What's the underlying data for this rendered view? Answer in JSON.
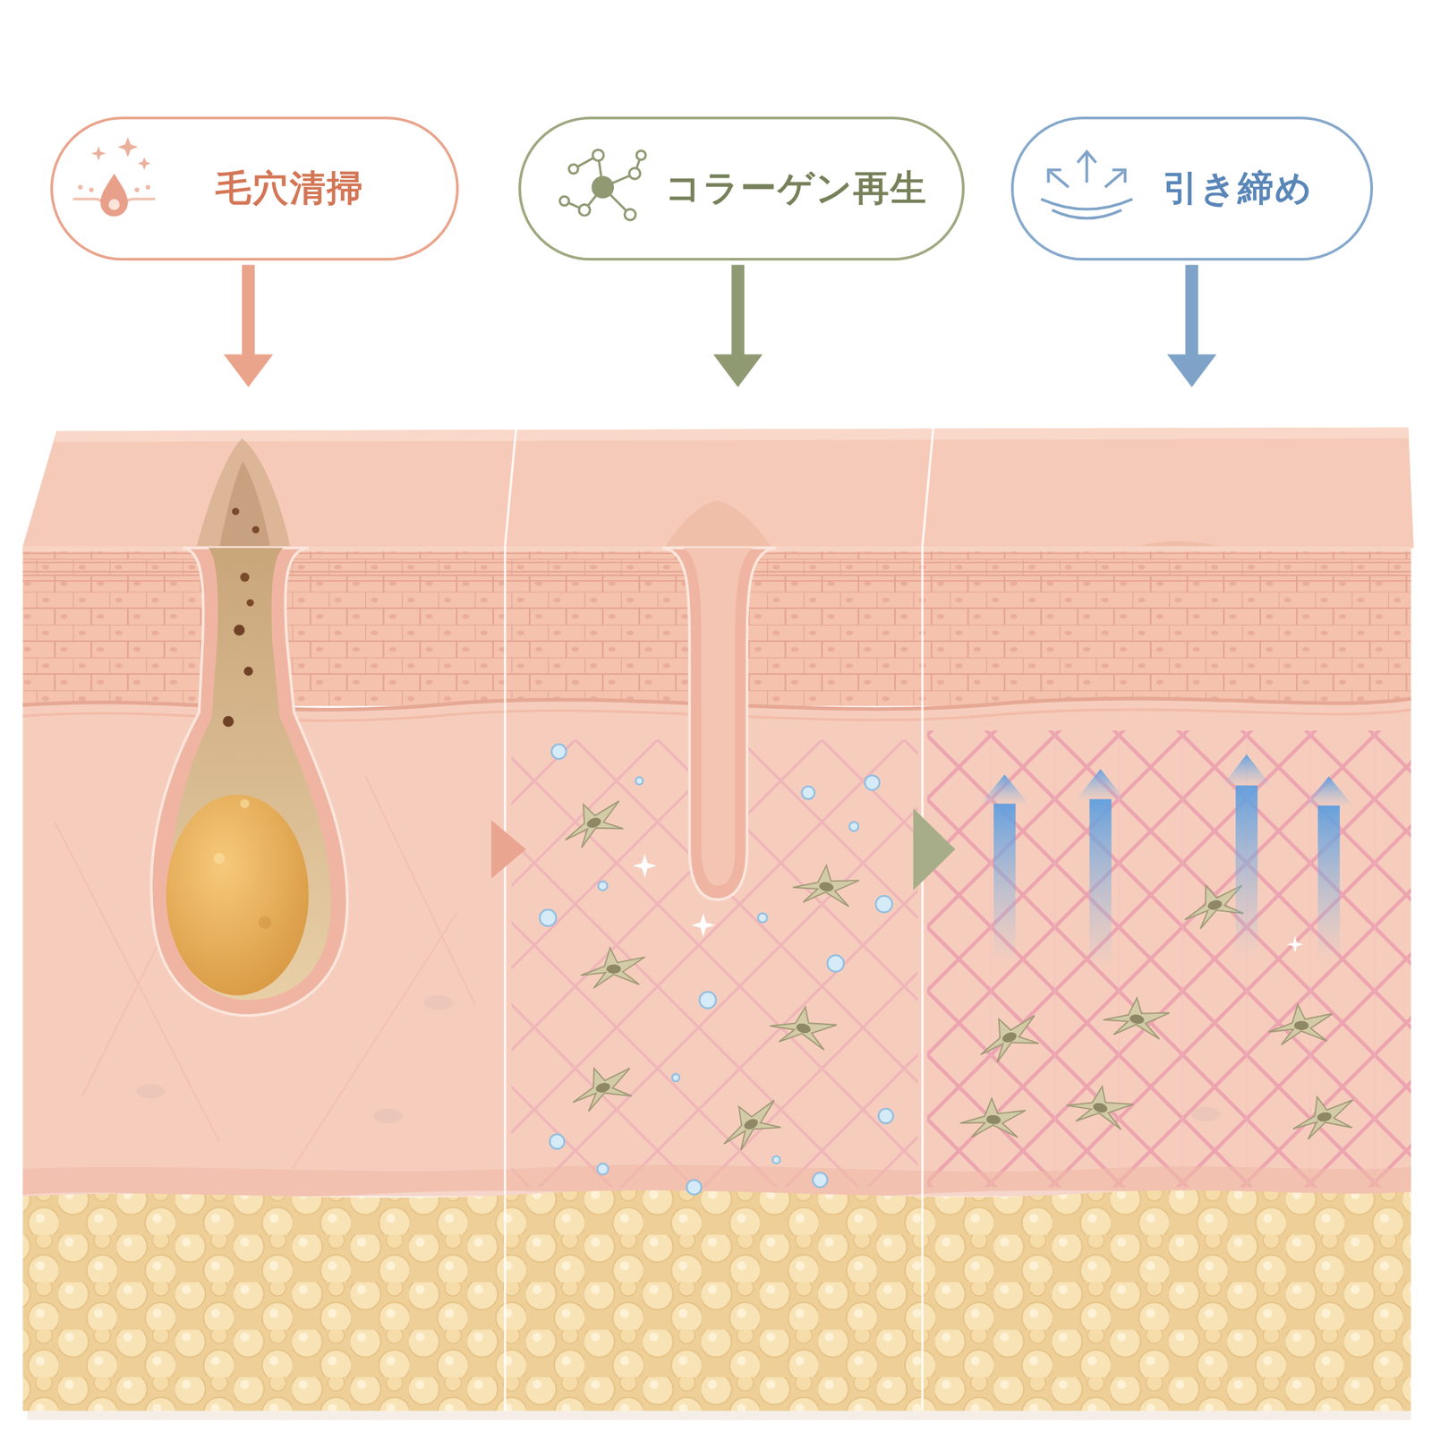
{
  "diagram": {
    "nodes": [
      {
        "text": [
          "毛穴清掃"
        ]
      },
      {
        "text": [
          "コラーゲン再生"
        ]
      },
      {
        "text": [
          "引き締め"
        ]
      }
    ]
  }
}
